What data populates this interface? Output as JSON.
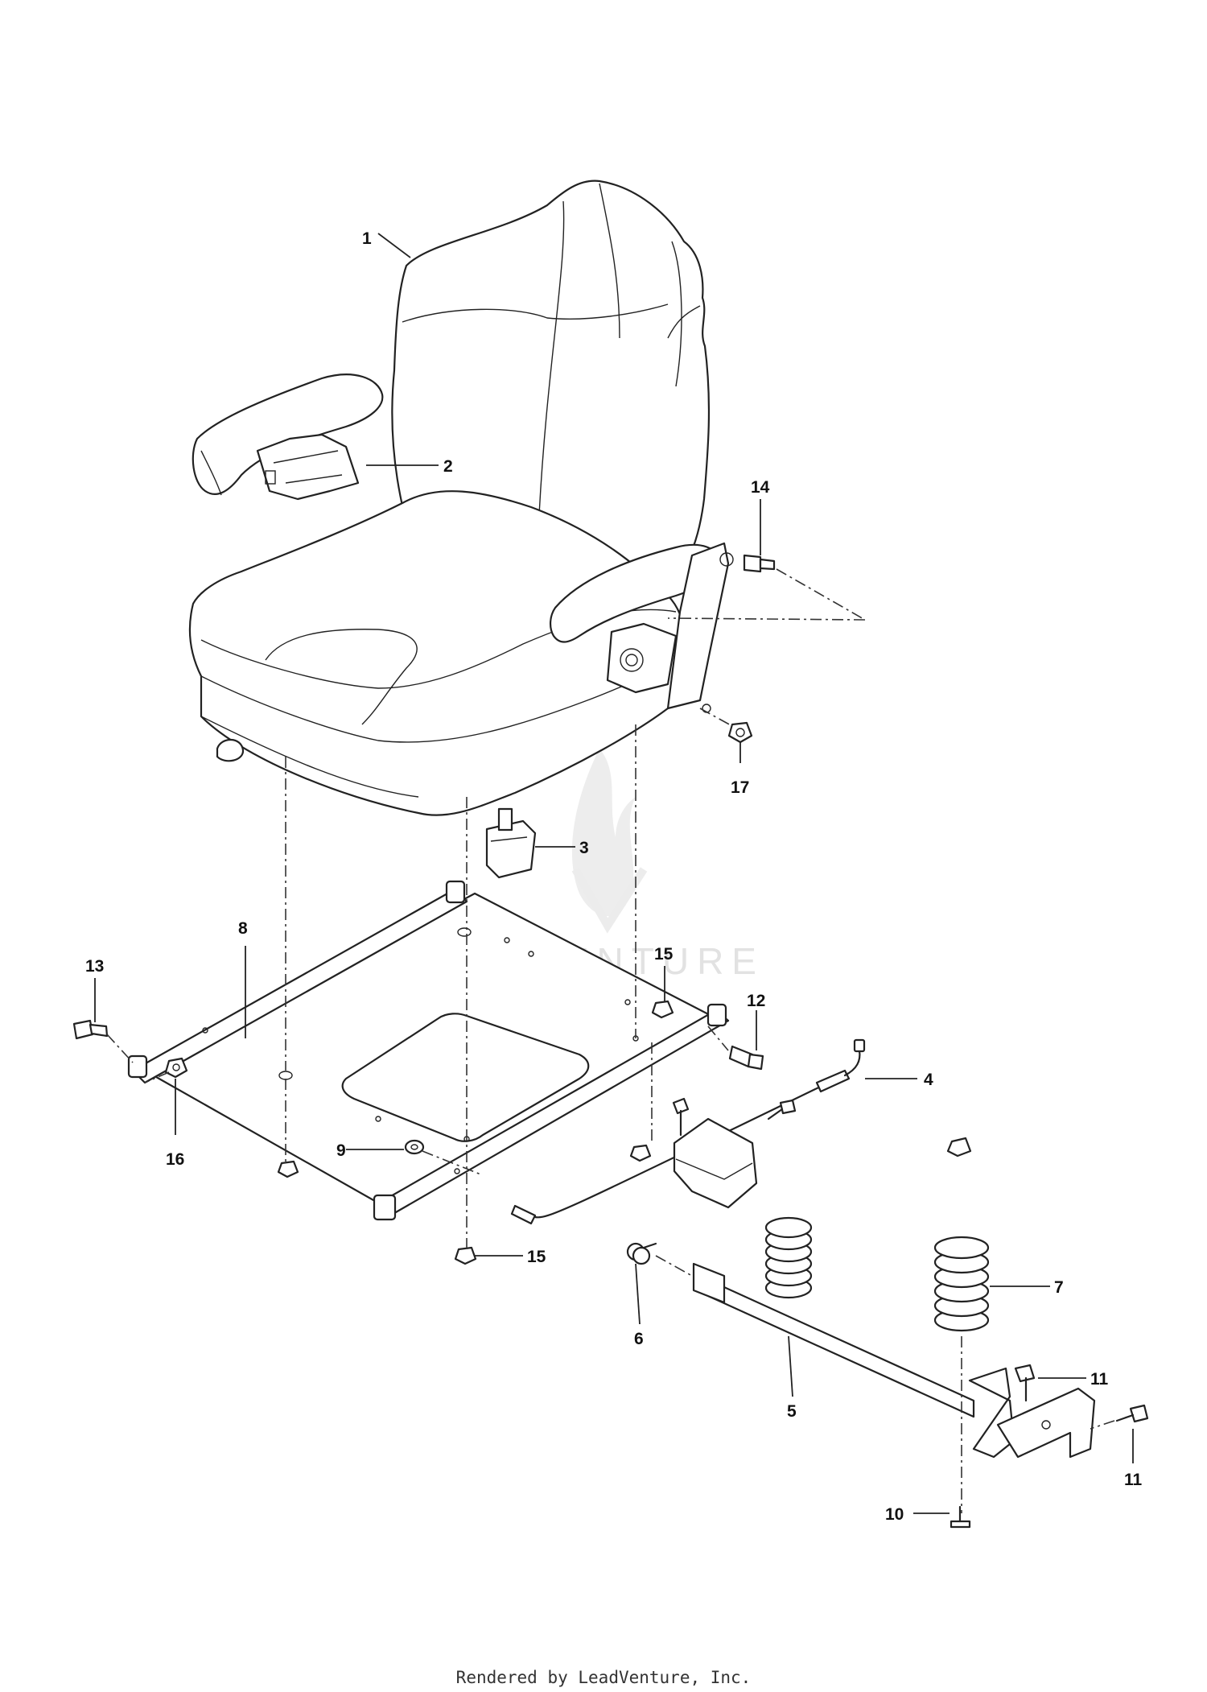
{
  "watermark": {
    "text": "LEADVENTURE"
  },
  "footer": {
    "text": "Rendered by LeadVenture, Inc."
  },
  "callouts": [
    {
      "label": "1"
    },
    {
      "label": "2"
    },
    {
      "label": "3"
    },
    {
      "label": "4"
    },
    {
      "label": "5"
    },
    {
      "label": "6"
    },
    {
      "label": "7"
    },
    {
      "label": "8"
    },
    {
      "label": "9"
    },
    {
      "label": "10"
    },
    {
      "label": "11"
    },
    {
      "label": "11"
    },
    {
      "label": "12"
    },
    {
      "label": "13"
    },
    {
      "label": "14"
    },
    {
      "label": "15"
    },
    {
      "label": "15"
    },
    {
      "label": "16"
    },
    {
      "label": "17"
    }
  ]
}
